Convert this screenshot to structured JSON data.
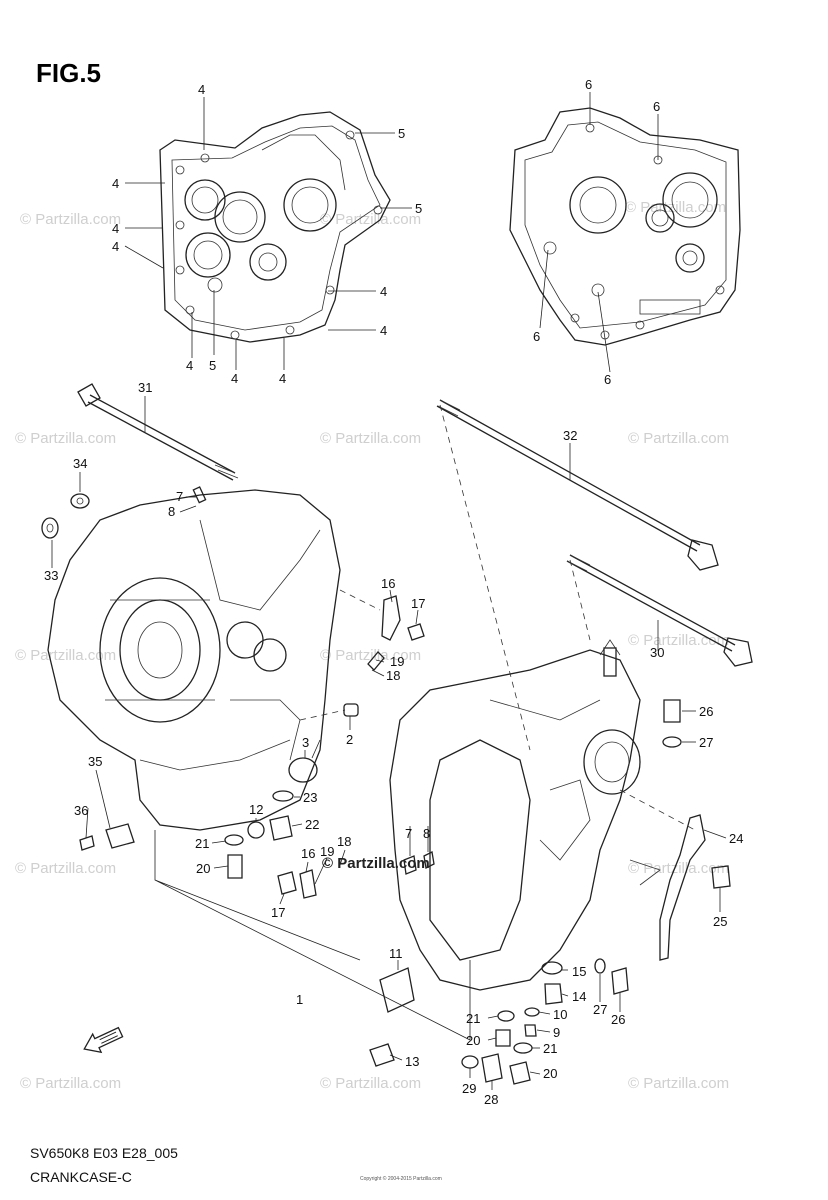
{
  "figure": {
    "title": "FIG.5",
    "model_code": "SV650K8 E03 E28_005",
    "section_name": "CRANKCASE-C",
    "copyright_small": "Copyright © 2004-2015 Partzilla.com"
  },
  "watermark": {
    "text": "© Partzilla.com",
    "center_text": "© Partzilla.com"
  },
  "callouts": {
    "c4": "4",
    "c5": "5",
    "c6": "6",
    "c1": "1",
    "c2": "2",
    "c3": "3",
    "c7": "7",
    "c8": "8",
    "c9": "9",
    "c10": "10",
    "c11": "11",
    "c12": "12",
    "c13": "13",
    "c14": "14",
    "c15": "15",
    "c16": "16",
    "c17": "17",
    "c18": "18",
    "c19": "19",
    "c20": "20",
    "c21": "21",
    "c22": "22",
    "c23": "23",
    "c24": "24",
    "c25": "25",
    "c26": "26",
    "c27": "27",
    "c28": "28",
    "c29": "29",
    "c30": "30",
    "c31": "31",
    "c32": "32",
    "c33": "33",
    "c34": "34",
    "c35": "35",
    "c36": "36"
  },
  "icons": {
    "forward_arrow": "fwd-arrow-icon"
  }
}
